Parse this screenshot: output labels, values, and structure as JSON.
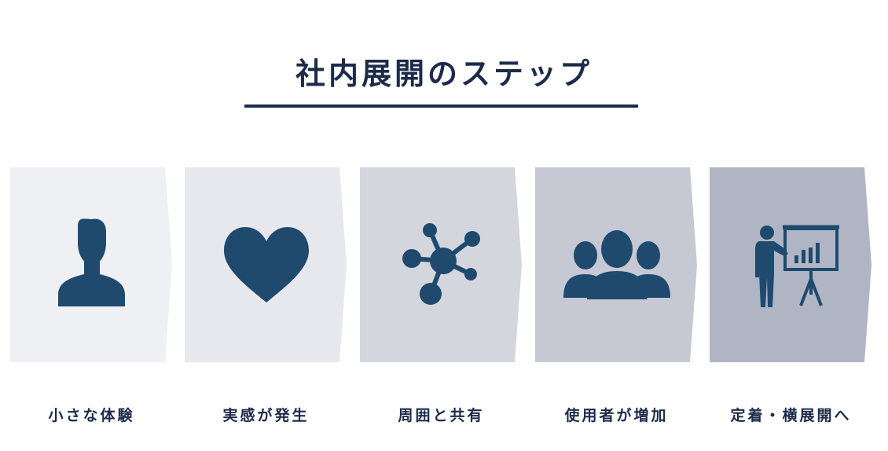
{
  "title": "社内展開のステップ",
  "colors": {
    "title": "#1c2b4a",
    "icon": "#1f4a6e",
    "step_backgrounds": [
      "#eff0f3",
      "#e7e8ed",
      "#d4d6de",
      "#c6c8d3",
      "#b0b5c4"
    ]
  },
  "steps": [
    {
      "label": "小さな体験",
      "icon": "person-icon"
    },
    {
      "label": "実感が発生",
      "icon": "heart-icon"
    },
    {
      "label": "周囲と共有",
      "icon": "network-icon"
    },
    {
      "label": "使用者が増加",
      "icon": "group-icon"
    },
    {
      "label": "定着・横展開へ",
      "icon": "presentation-icon"
    }
  ]
}
